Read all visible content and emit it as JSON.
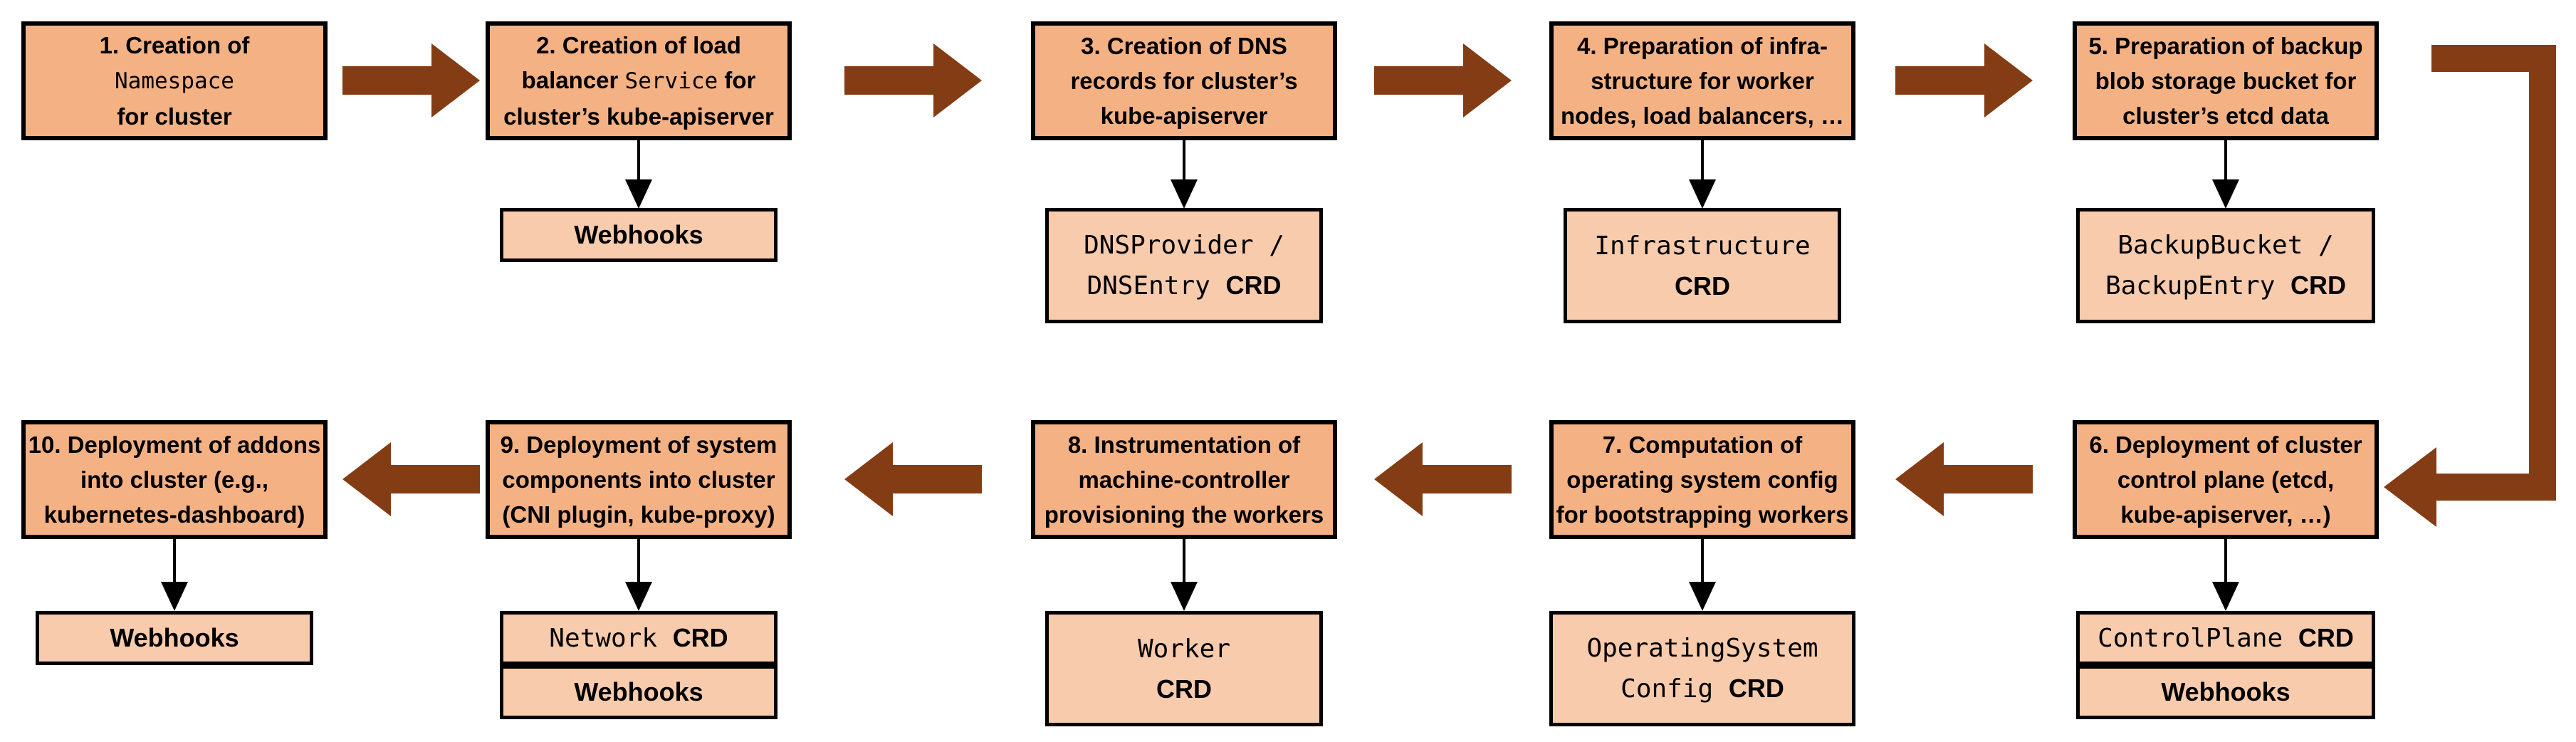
{
  "diagram": {
    "description": "Flow of cluster creation steps with CRDs and webhooks",
    "colors": {
      "step_box_fill": "#F4B183",
      "sub_box_fill": "#F7CBAC",
      "flow_arrow": "#843C14",
      "border": "#000000"
    },
    "steps": [
      {
        "id": "1",
        "lines": [
          [
            {
              "t": "1. Creation of"
            }
          ],
          [
            {
              "t": "Namespace",
              "m": 1
            }
          ],
          [
            {
              "t": "for cluster"
            }
          ]
        ],
        "subs": []
      },
      {
        "id": "2",
        "lines": [
          [
            {
              "t": "2. Creation of load"
            }
          ],
          [
            {
              "t": "balancer "
            },
            {
              "t": "Service",
              "m": 1
            },
            {
              "t": " for"
            }
          ],
          [
            {
              "t": "cluster’s kube-apiserver"
            }
          ]
        ],
        "subs": [
          {
            "lines": [
              [
                {
                  "t": "Webhooks"
                }
              ]
            ]
          }
        ]
      },
      {
        "id": "3",
        "lines": [
          [
            {
              "t": "3. Creation of DNS"
            }
          ],
          [
            {
              "t": "records for cluster’s"
            }
          ],
          [
            {
              "t": "kube-apiserver"
            }
          ]
        ],
        "subs": [
          {
            "lines": [
              [
                {
                  "t": "DNSProvider /",
                  "m": 1
                }
              ],
              [
                {
                  "t": "DNSEntry ",
                  "m": 1
                },
                {
                  "t": "CRD",
                  "b": 1
                }
              ]
            ]
          }
        ]
      },
      {
        "id": "4",
        "lines": [
          [
            {
              "t": "4. Preparation of infra-"
            }
          ],
          [
            {
              "t": "structure for worker"
            }
          ],
          [
            {
              "t": "nodes, load balancers, …"
            }
          ]
        ],
        "subs": [
          {
            "lines": [
              [
                {
                  "t": "Infrastructure",
                  "m": 1
                }
              ],
              [
                {
                  "t": "CRD",
                  "b": 1
                }
              ]
            ]
          }
        ]
      },
      {
        "id": "5",
        "lines": [
          [
            {
              "t": "5. Preparation of backup"
            }
          ],
          [
            {
              "t": "blob storage bucket for"
            }
          ],
          [
            {
              "t": "cluster’s etcd data"
            }
          ]
        ],
        "subs": [
          {
            "lines": [
              [
                {
                  "t": "BackupBucket /",
                  "m": 1
                }
              ],
              [
                {
                  "t": "BackupEntry ",
                  "m": 1
                },
                {
                  "t": "CRD",
                  "b": 1
                }
              ]
            ]
          }
        ]
      },
      {
        "id": "6",
        "lines": [
          [
            {
              "t": "6. Deployment of cluster"
            }
          ],
          [
            {
              "t": "control plane (etcd,"
            }
          ],
          [
            {
              "t": "kube-apiserver, …)"
            }
          ]
        ],
        "subs": [
          {
            "lines": [
              [
                {
                  "t": "ControlPlane ",
                  "m": 1
                },
                {
                  "t": "CRD",
                  "b": 1
                }
              ]
            ]
          },
          {
            "lines": [
              [
                {
                  "t": "Webhooks"
                }
              ]
            ]
          }
        ]
      },
      {
        "id": "7",
        "lines": [
          [
            {
              "t": "7. Computation of"
            }
          ],
          [
            {
              "t": "operating system config"
            }
          ],
          [
            {
              "t": "for bootstrapping workers"
            }
          ]
        ],
        "subs": [
          {
            "lines": [
              [
                {
                  "t": "OperatingSystem",
                  "m": 1
                }
              ],
              [
                {
                  "t": "Config ",
                  "m": 1
                },
                {
                  "t": "CRD",
                  "b": 1
                }
              ]
            ]
          }
        ]
      },
      {
        "id": "8",
        "lines": [
          [
            {
              "t": "8. Instrumentation of"
            }
          ],
          [
            {
              "t": "machine-controller"
            }
          ],
          [
            {
              "t": "provisioning the workers"
            }
          ]
        ],
        "subs": [
          {
            "lines": [
              [
                {
                  "t": "Worker",
                  "m": 1
                }
              ],
              [
                {
                  "t": "CRD",
                  "b": 1
                }
              ]
            ]
          }
        ]
      },
      {
        "id": "9",
        "lines": [
          [
            {
              "t": "9. Deployment of system"
            }
          ],
          [
            {
              "t": "components into cluster"
            }
          ],
          [
            {
              "t": "(CNI plugin, kube-proxy)"
            }
          ]
        ],
        "subs": [
          {
            "lines": [
              [
                {
                  "t": "Network ",
                  "m": 1
                },
                {
                  "t": "CRD",
                  "b": 1
                }
              ]
            ]
          },
          {
            "lines": [
              [
                {
                  "t": "Webhooks"
                }
              ]
            ]
          }
        ]
      },
      {
        "id": "10",
        "lines": [
          [
            {
              "t": "10. Deployment of addons"
            }
          ],
          [
            {
              "t": "into cluster (e.g.,"
            }
          ],
          [
            {
              "t": "kubernetes-dashboard)"
            }
          ]
        ],
        "subs": [
          {
            "lines": [
              [
                {
                  "t": "Webhooks"
                }
              ]
            ]
          }
        ]
      }
    ]
  }
}
